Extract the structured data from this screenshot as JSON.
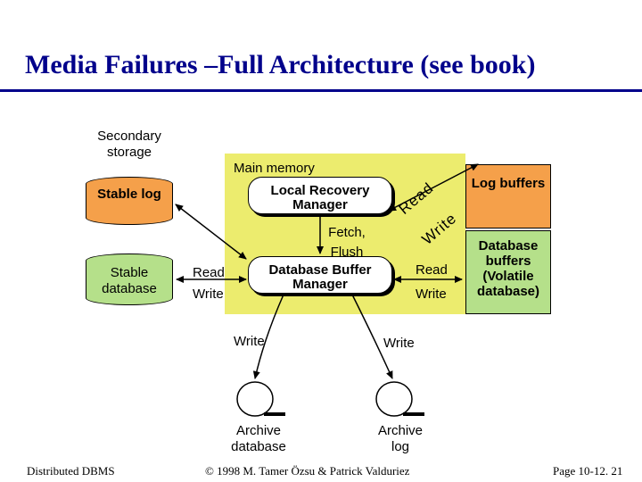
{
  "title": "Media Failures –Full Architecture (see book)",
  "labels": {
    "secondary_storage": "Secondary storage",
    "main_memory": "Main memory",
    "stable_log": "Stable log",
    "stable_database": "Stable database",
    "local_recovery_manager": "Local Recovery Manager",
    "database_buffer_manager": "Database Buffer Manager",
    "log_buffers": "Log buffers",
    "database_buffers": "Database buffers (Volatile database)",
    "fetch_flush": "Fetch, Flush",
    "read_left": "Read",
    "write_left": "Write",
    "read_right": "Read",
    "write_right": "Write",
    "read_diagonal": "Read",
    "write_diagonal": "Write",
    "write_archive_db": "Write",
    "write_archive_log": "Write",
    "archive_database": "Archive database",
    "archive_log": "Archive log"
  },
  "footer": {
    "left": "Distributed DBMS",
    "center": "© 1998 M. Tamer Özsu & Patrick Valduriez",
    "right": "Page 10-12. 21"
  },
  "colors": {
    "title": "#00008b",
    "main_memory": "#ecec6e",
    "stable_log": "#f5a04a",
    "log_buffers": "#f5a04a",
    "stable_database": "#b5e08a",
    "database_buffers": "#b5e08a"
  }
}
